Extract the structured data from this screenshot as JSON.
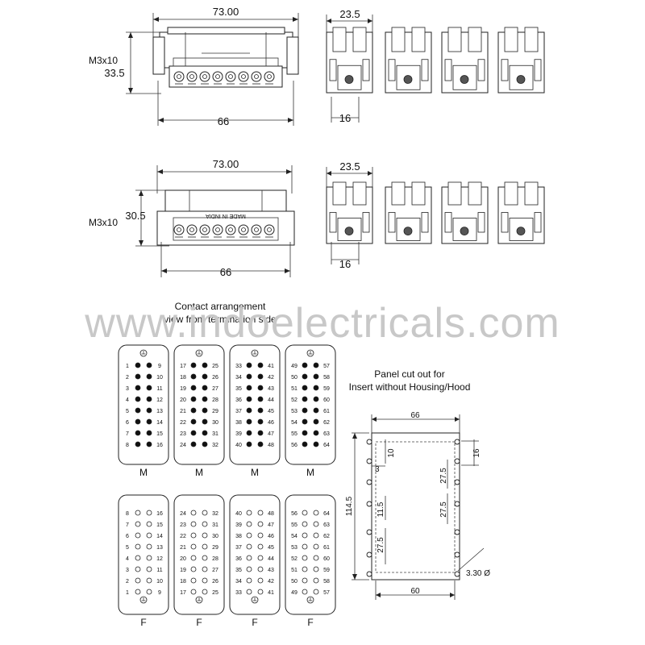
{
  "top_view": {
    "width_label": "73.00",
    "height_label": "33.5",
    "screw_label": "M3x10",
    "pitch_label": "66",
    "side_width_label": "23.5",
    "side_bottom_label": "16"
  },
  "bottom_view": {
    "width_label": "73.00",
    "height_label": "30.5",
    "screw_label": "M3x10",
    "pitch_label": "66",
    "side_width_label": "23.5",
    "side_bottom_label": "16",
    "marking": "MADE IN INDIA"
  },
  "contact_title": [
    "Contact arrangement",
    "view from termination side"
  ],
  "watermark": "www.indoelectricals.com",
  "male_inserts": [
    {
      "type": "M",
      "left": [
        "1",
        "2",
        "3",
        "4",
        "5",
        "6",
        "7",
        "8"
      ],
      "right": [
        "9",
        "10",
        "11",
        "12",
        "13",
        "14",
        "15",
        "16"
      ]
    },
    {
      "type": "M",
      "left": [
        "17",
        "18",
        "19",
        "20",
        "21",
        "22",
        "23",
        "24"
      ],
      "right": [
        "25",
        "26",
        "27",
        "28",
        "29",
        "30",
        "31",
        "32"
      ]
    },
    {
      "type": "M",
      "left": [
        "33",
        "34",
        "35",
        "36",
        "37",
        "38",
        "39",
        "40"
      ],
      "right": [
        "41",
        "42",
        "43",
        "44",
        "45",
        "46",
        "47",
        "48"
      ]
    },
    {
      "type": "M",
      "left": [
        "49",
        "50",
        "51",
        "52",
        "53",
        "54",
        "55",
        "56"
      ],
      "right": [
        "57",
        "58",
        "59",
        "60",
        "61",
        "62",
        "63",
        "64"
      ]
    }
  ],
  "female_inserts": [
    {
      "type": "F",
      "left": [
        "8",
        "7",
        "6",
        "5",
        "4",
        "3",
        "2",
        "1"
      ],
      "right": [
        "16",
        "15",
        "14",
        "13",
        "12",
        "11",
        "10",
        "9"
      ]
    },
    {
      "type": "F",
      "left": [
        "24",
        "23",
        "22",
        "21",
        "20",
        "19",
        "18",
        "17"
      ],
      "right": [
        "32",
        "31",
        "30",
        "29",
        "28",
        "27",
        "26",
        "25"
      ]
    },
    {
      "type": "F",
      "left": [
        "40",
        "39",
        "38",
        "37",
        "36",
        "35",
        "34",
        "33"
      ],
      "right": [
        "48",
        "47",
        "46",
        "45",
        "44",
        "43",
        "42",
        "41"
      ]
    },
    {
      "type": "F",
      "left": [
        "56",
        "55",
        "54",
        "53",
        "52",
        "51",
        "50",
        "49"
      ],
      "right": [
        "64",
        "63",
        "62",
        "61",
        "60",
        "59",
        "58",
        "57"
      ]
    }
  ],
  "panel": {
    "title": [
      "Panel cut out for",
      "Insert without Housing/Hood"
    ],
    "width_top": "66",
    "width_bottom": "60",
    "height": "114.5",
    "dim_10": "10",
    "dim_3": "3",
    "dim_11_5": "11.5",
    "dim_27_5_left": "27.5",
    "dim_27_5_right_a": "27.5",
    "dim_27_5_right_b": "27.5",
    "dim_16": "16",
    "hole": "3.30 Ø"
  }
}
